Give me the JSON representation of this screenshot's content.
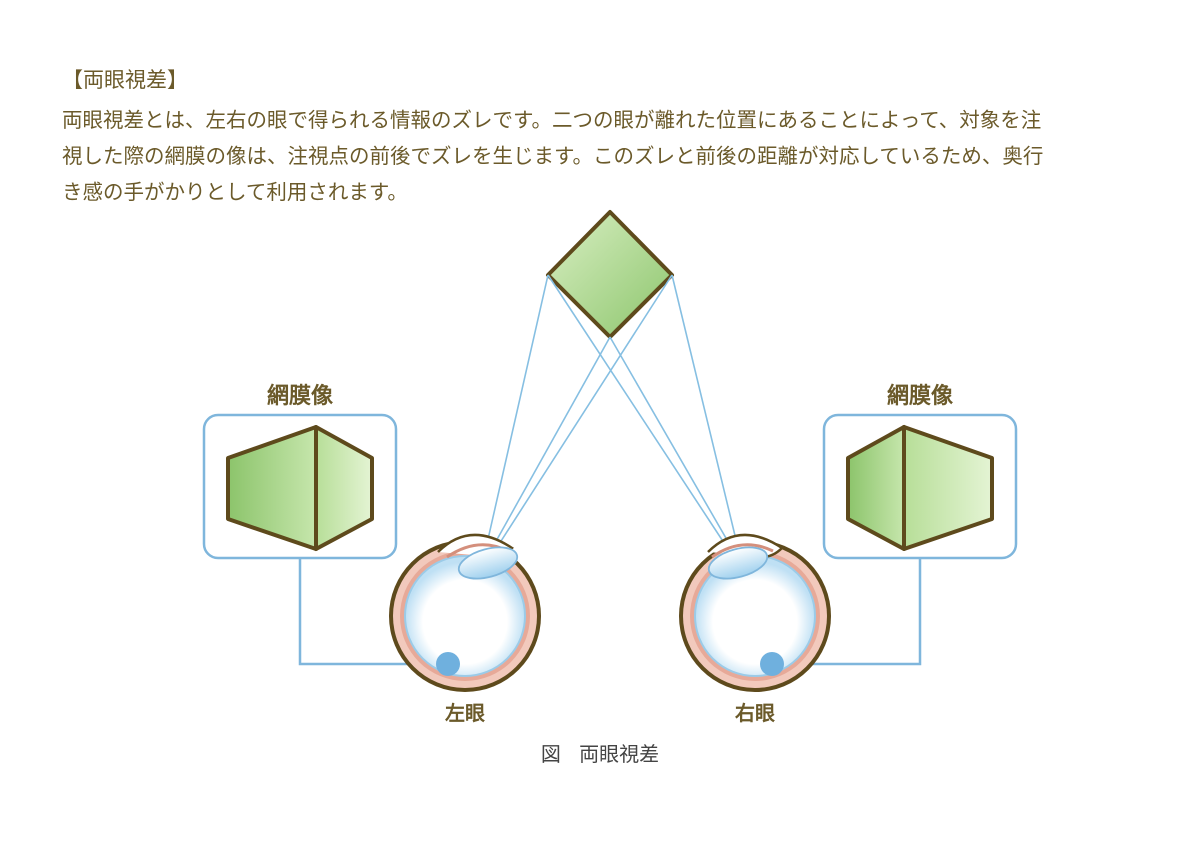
{
  "heading": "【両眼視差】",
  "body_lines": [
    "両眼視差とは、左右の眼で得られる情報のズレです。二つの眼が離れた位置にあることによって、対象を注",
    "視した際の網膜の像は、注視点の前後でズレを生じます。このズレと前後の距離が対応しているため、奥行",
    "き感の手がかりとして利用されます。"
  ],
  "diagram": {
    "left_retina_label": "網膜像",
    "right_retina_label": "網膜像",
    "left_eye_label": "左眼",
    "right_eye_label": "右眼"
  },
  "caption": {
    "prefix": "図",
    "title": "両眼視差"
  },
  "colors": {
    "text": "#6b5a2a",
    "box_border": "#7fb6dc",
    "ray": "#86bfe2",
    "cube_fill": "#a8d58a",
    "cube_outline": "#5e4a1c",
    "sclera": "#e8b2a2",
    "retina_dot": "#6fb0de"
  }
}
